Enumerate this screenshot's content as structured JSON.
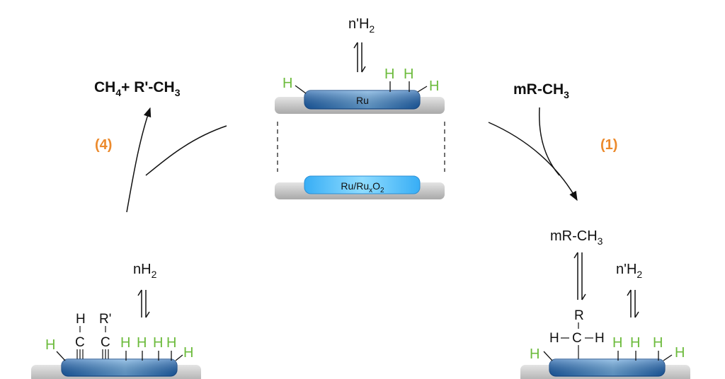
{
  "colors": {
    "hydrogen": "#6cbb3c",
    "step_label": "#ec8a2c",
    "support": "#cfcfcf",
    "ru_dark": "#2f6fb5",
    "ru_light": "#5fc0ff",
    "text": "#111111"
  },
  "center": {
    "top_gas": {
      "prefix": "n'H",
      "sub": "2"
    },
    "ru_label": "Ru",
    "oxide_label": {
      "a": "Ru/Ru",
      "x": "x",
      "b": "O",
      "sub": "2"
    },
    "h_label": "H"
  },
  "left_products": {
    "a": "CH",
    "a_sub": "4",
    "b": "+ R'-CH",
    "b_sub": "3"
  },
  "right_reactant": {
    "a": "mR-CH",
    "a_sub": "3"
  },
  "step_labels": {
    "step4": "(4)",
    "step1": "(1)"
  },
  "bottom_left": {
    "gas": {
      "prefix": "nH",
      "sub": "2"
    },
    "chain1": {
      "top": "H",
      "c": "C"
    },
    "chain2": {
      "top": "R'",
      "c": "C"
    },
    "h": "H"
  },
  "bottom_right": {
    "mr": {
      "a": "mR-CH",
      "sub": "3"
    },
    "gas": {
      "prefix": "n'H",
      "sub": "2"
    },
    "r": "R",
    "hch": {
      "h1": "H",
      "c": "C",
      "h2": "H"
    },
    "h": "H"
  }
}
